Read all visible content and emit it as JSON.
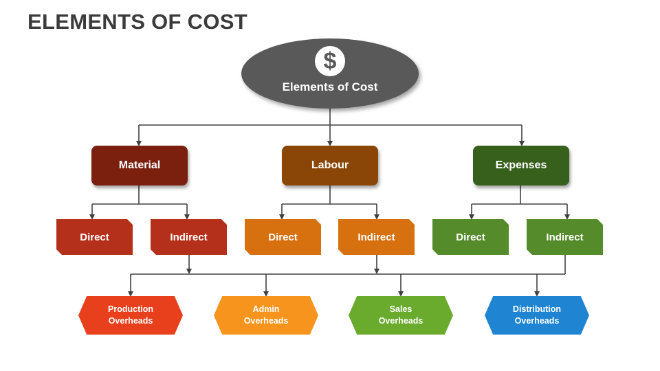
{
  "title": "ELEMENTS OF COST",
  "root": {
    "label": "Elements of Cost",
    "icon": "dollar-icon",
    "symbol": "$",
    "color": "#595959"
  },
  "categories": [
    {
      "label": "Material",
      "color": "#7b1f0f",
      "children": [
        "Direct",
        "Indirect"
      ],
      "child_color": "#b5301a"
    },
    {
      "label": "Labour",
      "color": "#8a4606",
      "children": [
        "Direct",
        "Indirect"
      ],
      "child_color": "#d7700f"
    },
    {
      "label": "Expenses",
      "color": "#36601b",
      "children": [
        "Direct",
        "Indirect"
      ],
      "child_color": "#558b2a"
    }
  ],
  "overheads": [
    {
      "line1": "Production",
      "line2": "Overheads",
      "color": "#e8401c"
    },
    {
      "line1": "Admin",
      "line2": "Overheads",
      "color": "#f7941d"
    },
    {
      "line1": "Sales",
      "line2": "Overheads",
      "color": "#6aab2e"
    },
    {
      "line1": "Distribution",
      "line2": "Overheads",
      "color": "#1f84d2"
    }
  ]
}
